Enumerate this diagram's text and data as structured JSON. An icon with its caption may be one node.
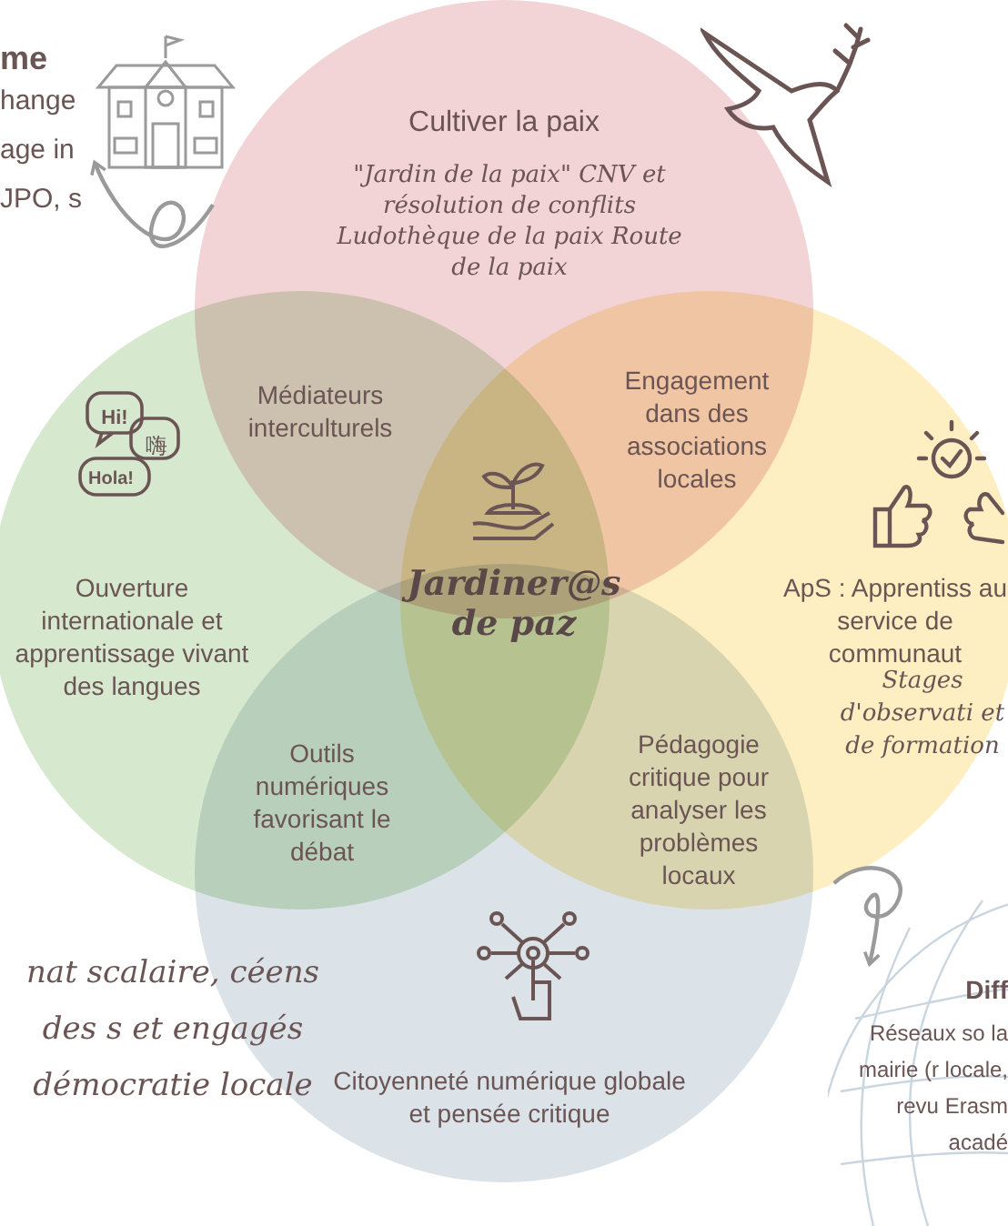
{
  "diagram": {
    "nodes": [
      {
        "text": [
          "me",
          "hange age in JPO, s"
        ]
      },
      {
        "text": [
          "Cultiver la paix",
          "\"Jardin de la paix\" CNV et résolution de conflits Ludothèque de la paix Route de la paix"
        ]
      },
      {
        "text": [
          "Ouverture internationale et apprentissage vivant des langues"
        ]
      },
      {
        "text": [
          "ApS : Apprentiss au service de communaut",
          "Stages d'observati et de formation"
        ]
      },
      {
        "text": [
          "Citoyenneté numérique globale et pensée critique"
        ]
      },
      {
        "text": [
          "Diff",
          "Réseaux so la mairie (r locale, revu Erasm acadé"
        ]
      }
    ],
    "edges": [
      {
        "from": 1,
        "to": 0,
        "arrow": "to"
      },
      {
        "from": 3,
        "to": 5,
        "arrow": "to"
      }
    ],
    "labels": [
      "Hi!",
      "嗨",
      "Hola!",
      "Médiateurs interculturels",
      "Engagement dans des associations locales",
      "Jardiner@s de paz",
      "Outils numériques favorisant le débat",
      "Pédagogie critique pour analyser les problèmes locaux",
      "nat scalaire, céens des s et engagés démocratie locale"
    ]
  }
}
